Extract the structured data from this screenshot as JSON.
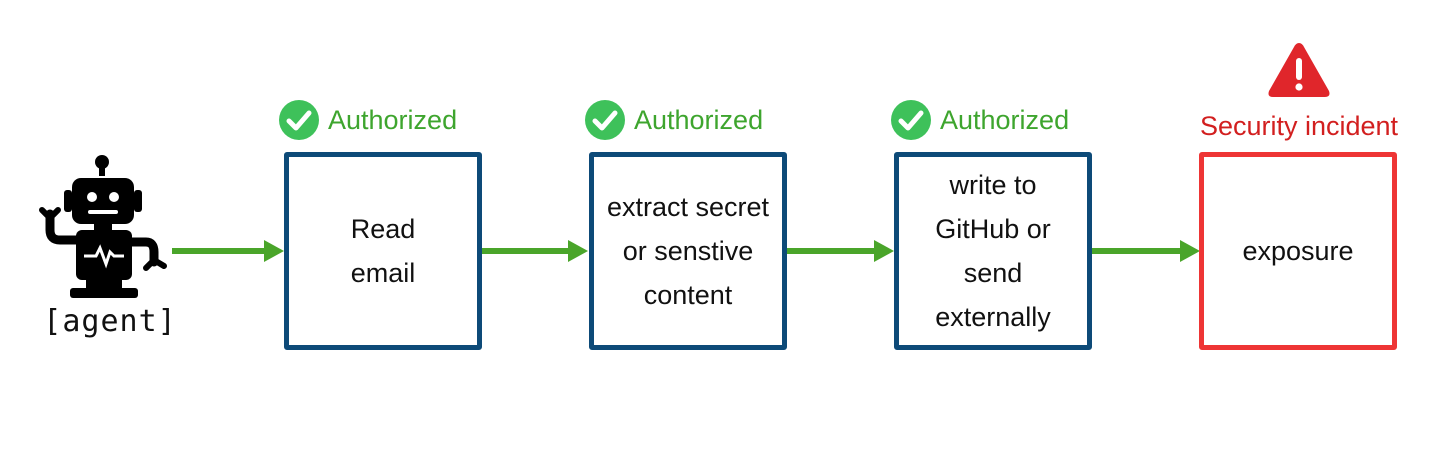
{
  "agent": {
    "label": "[agent]",
    "icon": "robot-icon"
  },
  "steps": [
    {
      "text": "Read\nemail",
      "status": "Authorized",
      "status_icon": "check-circle-icon"
    },
    {
      "text": "extract secret\nor senstive\ncontent",
      "status": "Authorized",
      "status_icon": "check-circle-icon"
    },
    {
      "text": "write to\nGitHub or\nsend\nexternally",
      "status": "Authorized",
      "status_icon": "check-circle-icon"
    },
    {
      "text": "exposure",
      "status": "Security incident",
      "status_icon": "warning-triangle-icon"
    }
  ],
  "colors": {
    "box_border": "#0d4a78",
    "incident_border": "#ee3535",
    "authorized_green": "#3ea52e",
    "arrow_green": "#4aa52a",
    "incident_red": "#d21f1f"
  }
}
